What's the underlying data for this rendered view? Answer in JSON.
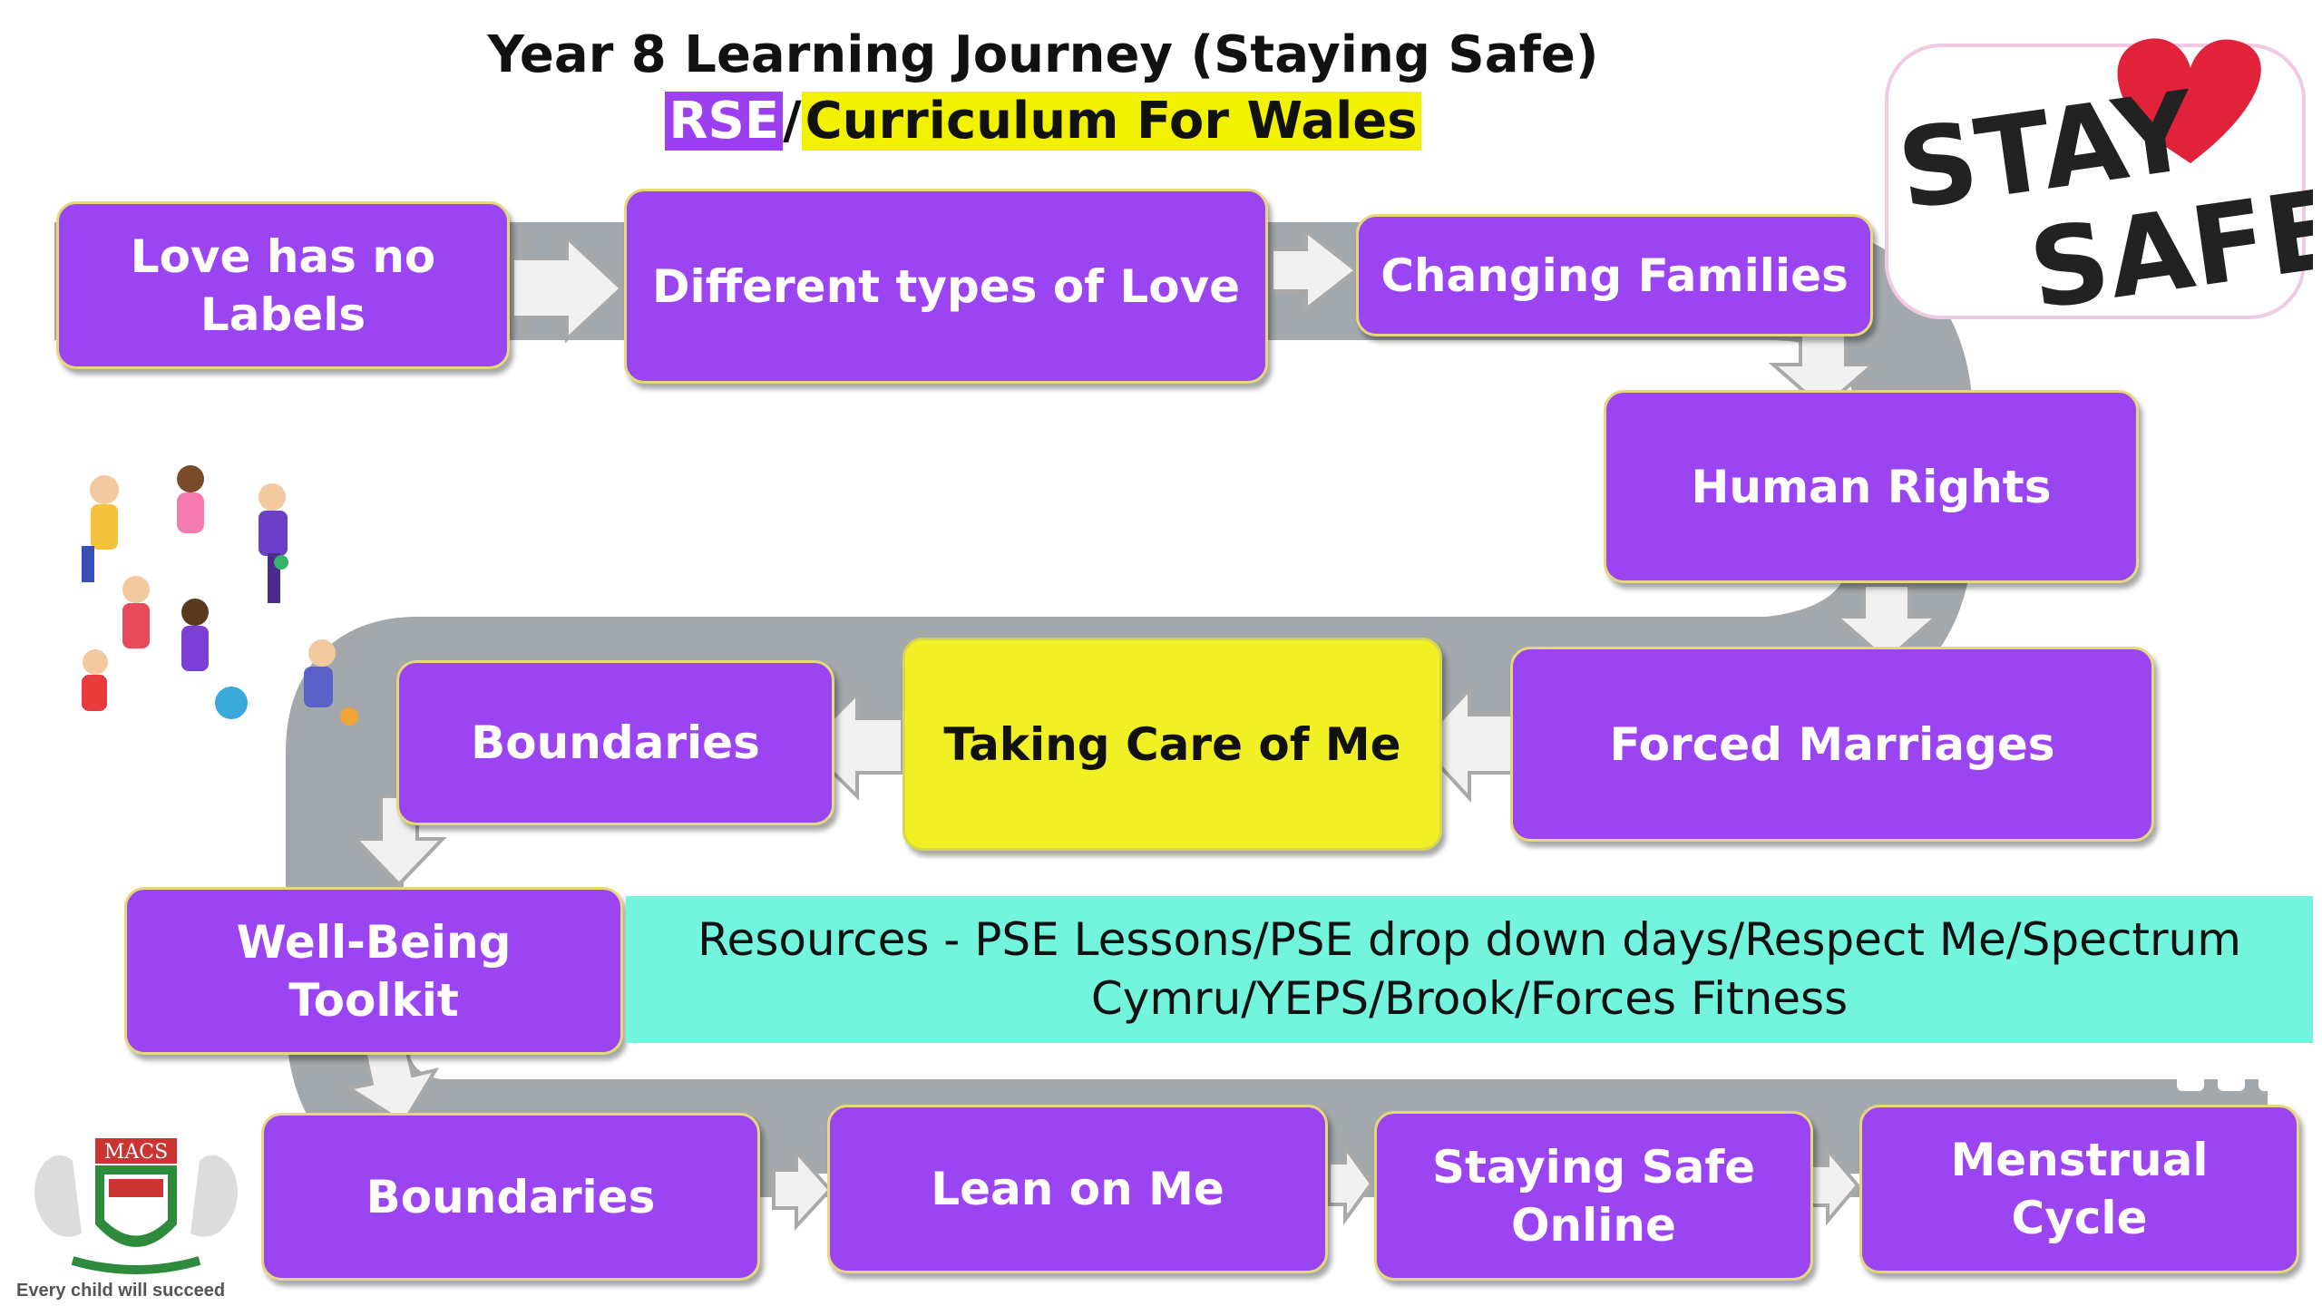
{
  "title": {
    "line1": "Year 8 Learning Journey (Staying Safe)",
    "rse": "RSE",
    "slash": "/",
    "cfw": "Curriculum For Wales"
  },
  "steps": [
    "Love has no Labels",
    "Different types of Love",
    "Changing Families",
    "Human Rights",
    "Forced Marriages",
    "Taking Care of Me",
    "Boundaries",
    "Well-Being Toolkit",
    "Boundaries",
    "Lean on Me",
    "Staying Safe Online",
    "Menstrual Cycle"
  ],
  "resources": {
    "line1": "Resources - PSE Lessons/PSE drop down days/Respect Me/Spectrum",
    "line2": "Cymru/YEPS/Brook/Forces Fitness"
  },
  "logo": {
    "stay": "STAY",
    "safe": "SAFE"
  },
  "school": {
    "crest_text": "MACS",
    "motto": "Every child will succeed"
  },
  "colors": {
    "step_purple": "#9b45f2",
    "highlight_yellow": "#f0f025",
    "resources_teal": "#73f5dd",
    "road_grey": "#9ea3a7",
    "heart_red": "#e0233b"
  }
}
